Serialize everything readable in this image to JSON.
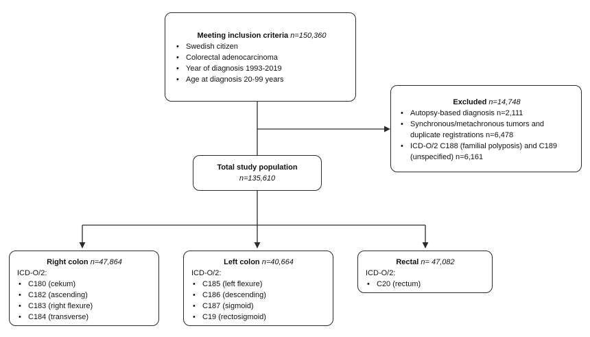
{
  "inclusion": {
    "title": "Meeting inclusion criteria",
    "n": "n=150,360",
    "items": [
      "Swedish citizen",
      "Colorectal adenocarcinoma",
      "Year of diagnosis 1993-2019",
      "Age at diagnosis 20-99 years"
    ]
  },
  "excluded": {
    "title": "Excluded",
    "n": "n=14,748",
    "items": [
      "Autopsy-based diagnosis n=2,111",
      "Synchronous/metachronous tumors and duplicate registrations n=6,478",
      "ICD-O/2 C188 (familial polyposis) and C189 (unspecified) n=6,161"
    ]
  },
  "total": {
    "title": "Total study population",
    "n": "n=135,610"
  },
  "right_colon": {
    "title": "Right colon",
    "n": "n=47,864",
    "code_label": "ICD-O/2:",
    "items": [
      "C180 (cekum)",
      "C182 (ascending)",
      "C183 (right flexure)",
      "C184 (transverse)"
    ]
  },
  "left_colon": {
    "title": "Left colon",
    "n": "n=40,664",
    "code_label": "ICD-O/2:",
    "items": [
      "C185 (left flexure)",
      "C186 (descending)",
      "C187 (sigmoid)",
      "C19 (rectosigmoid)"
    ]
  },
  "rectal": {
    "title": "Rectal",
    "n": "n= 47,082",
    "code_label": "ICD-O/2:",
    "items": [
      "C20 (rectum)"
    ]
  }
}
